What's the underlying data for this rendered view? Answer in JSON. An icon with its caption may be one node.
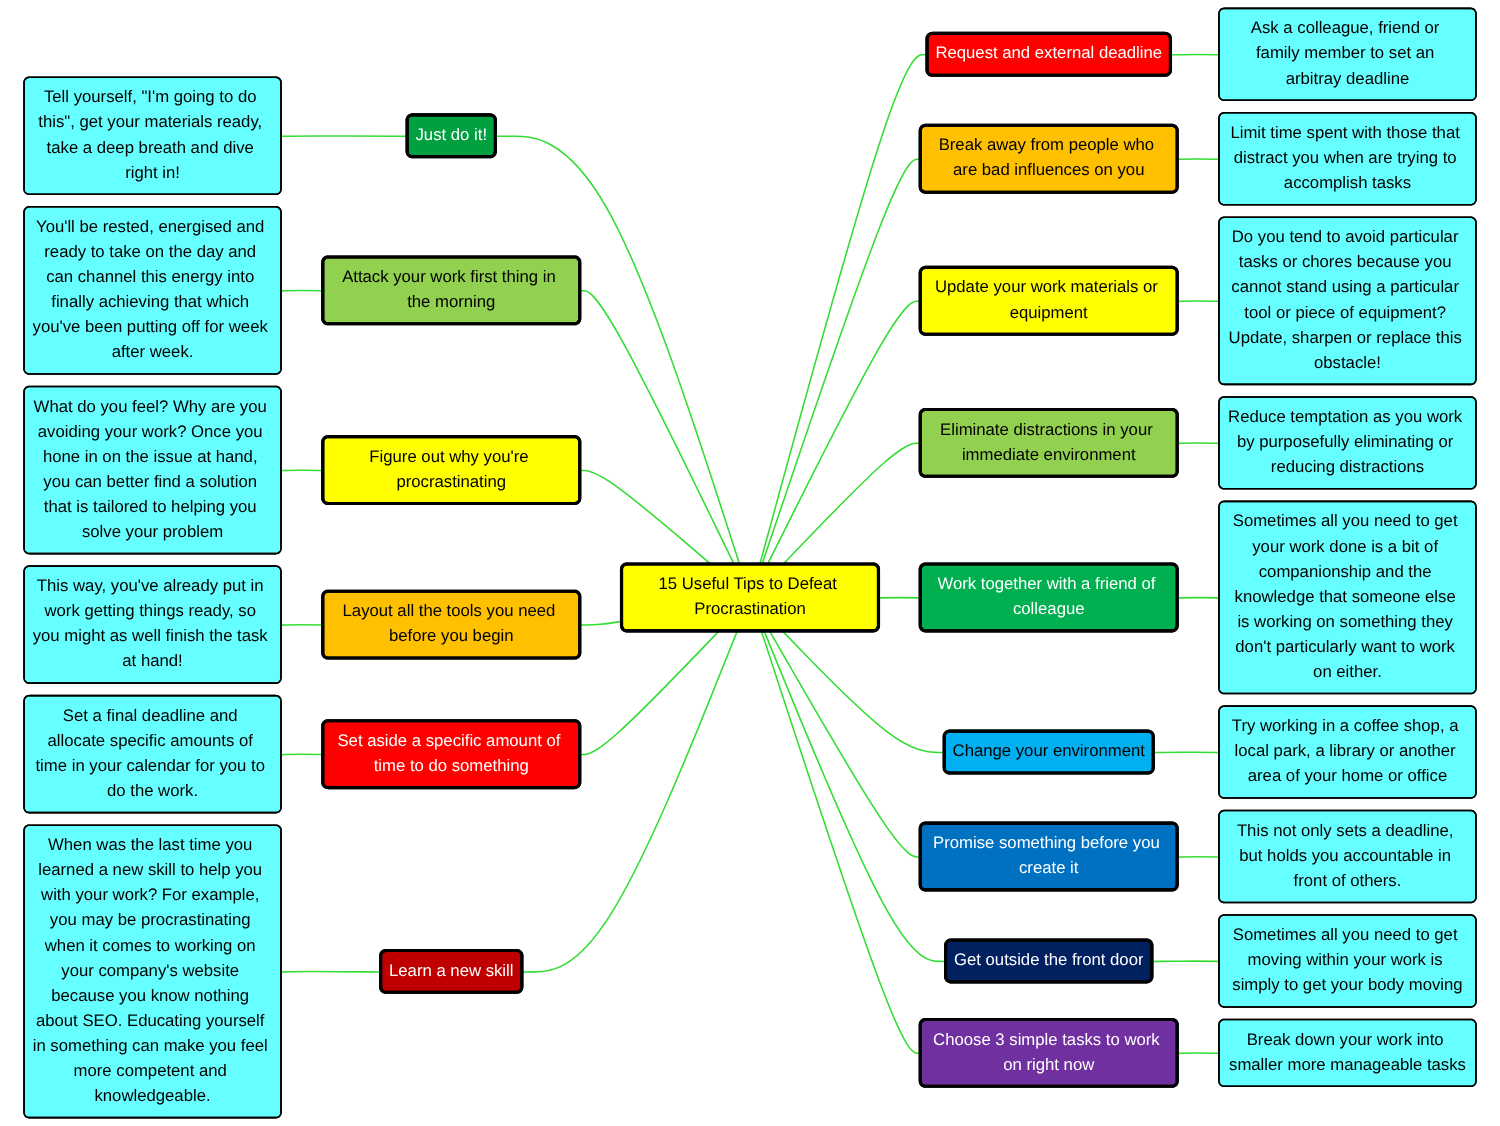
{
  "diagram": {
    "nodes": [
      {
        "text": [
          "15 Useful Tips to Defeat Procrastination"
        ]
      },
      {
        "text": [
          "Request and external deadline"
        ]
      },
      {
        "text": [
          "Ask a colleague, friend or family member to set an arbitray deadline"
        ]
      },
      {
        "text": [
          "Break away from people who are bad influences on you"
        ]
      },
      {
        "text": [
          "Limit time spent with those that distract you when are trying to accomplish tasks"
        ]
      },
      {
        "text": [
          "Update your work materials or equipment"
        ]
      },
      {
        "text": [
          "Do you tend to avoid particular tasks or chores because you cannot stand using a particular tool or piece of equipment? Update, sharpen or replace this obstacle!"
        ]
      },
      {
        "text": [
          "Eliminate distractions in your immediate environment"
        ]
      },
      {
        "text": [
          "Reduce temptation as you work by purposefully eliminating or reducing distractions"
        ]
      },
      {
        "text": [
          "Work together with a friend of colleague"
        ]
      },
      {
        "text": [
          "Sometimes all you need to get your work done is a bit of companionship and the knowledge that someone else is working on something they don't particularly want to work on either."
        ]
      },
      {
        "text": [
          "Change your environment"
        ]
      },
      {
        "text": [
          "Try working in a coffee shop, a local park, a library or another area of your home or office"
        ]
      },
      {
        "text": [
          "Promise something before you create it"
        ]
      },
      {
        "text": [
          "This not only sets a deadline, but holds you accountable in front of others."
        ]
      },
      {
        "text": [
          "Get outside the front door"
        ]
      },
      {
        "text": [
          "Sometimes all you need to get moving within your work is simply to get your body moving"
        ]
      },
      {
        "text": [
          "Choose 3 simple tasks to work on right now"
        ]
      },
      {
        "text": [
          "Break down your work into smaller more manageable tasks"
        ]
      },
      {
        "text": [
          "Just do it!"
        ]
      },
      {
        "text": [
          "Tell yourself, \"I'm going to do this\", get your materials ready, take a deep breath and dive right in!"
        ]
      },
      {
        "text": [
          "Attack your work first thing in the morning"
        ]
      },
      {
        "text": [
          "You'll be rested, energised and ready to take on the day and can channel this energy into finally achieving that which you've been putting off for week after week."
        ]
      },
      {
        "text": [
          "Figure out why you're procrastinating"
        ]
      },
      {
        "text": [
          "What do you feel? Why are you avoiding your work? Once you hone in on the issue at hand, you can better find a solution that is tailored to helping you solve your problem"
        ]
      },
      {
        "text": [
          "Layout all the tools you need before you begin"
        ]
      },
      {
        "text": [
          "This way, you've already put in work getting things ready, so you might as well finish the task at hand!"
        ]
      },
      {
        "text": [
          "Set aside a specific amount of time to do something"
        ]
      },
      {
        "text": [
          "Set a final deadline and allocate specific amounts of time in your calendar for you to do the work."
        ]
      },
      {
        "text": [
          "Learn a new skill"
        ]
      },
      {
        "text": [
          "When was the last time you learned a new skill to help you with your work? For example, you may be procrastinating when it comes to working on your company's website because you know nothing about SEO. Educating yourself in something can make you feel more competent and knowledgeable."
        ]
      }
    ],
    "edges": [
      {
        "from": 0,
        "to": 1,
        "arrow": "none"
      },
      {
        "from": 1,
        "to": 2,
        "arrow": "none"
      },
      {
        "from": 0,
        "to": 3,
        "arrow": "none"
      },
      {
        "from": 3,
        "to": 4,
        "arrow": "none"
      },
      {
        "from": 0,
        "to": 5,
        "arrow": "none"
      },
      {
        "from": 5,
        "to": 6,
        "arrow": "none"
      },
      {
        "from": 0,
        "to": 7,
        "arrow": "none"
      },
      {
        "from": 7,
        "to": 8,
        "arrow": "none"
      },
      {
        "from": 0,
        "to": 9,
        "arrow": "none"
      },
      {
        "from": 9,
        "to": 10,
        "arrow": "none"
      },
      {
        "from": 0,
        "to": 11,
        "arrow": "none"
      },
      {
        "from": 11,
        "to": 12,
        "arrow": "none"
      },
      {
        "from": 0,
        "to": 13,
        "arrow": "none"
      },
      {
        "from": 13,
        "to": 14,
        "arrow": "none"
      },
      {
        "from": 0,
        "to": 15,
        "arrow": "none"
      },
      {
        "from": 15,
        "to": 16,
        "arrow": "none"
      },
      {
        "from": 0,
        "to": 17,
        "arrow": "none"
      },
      {
        "from": 17,
        "to": 18,
        "arrow": "none"
      },
      {
        "from": 0,
        "to": 19,
        "arrow": "none"
      },
      {
        "from": 19,
        "to": 20,
        "arrow": "none"
      },
      {
        "from": 0,
        "to": 21,
        "arrow": "none"
      },
      {
        "from": 21,
        "to": 22,
        "arrow": "none"
      },
      {
        "from": 0,
        "to": 23,
        "arrow": "none"
      },
      {
        "from": 23,
        "to": 24,
        "arrow": "none"
      },
      {
        "from": 0,
        "to": 25,
        "arrow": "none"
      },
      {
        "from": 25,
        "to": 26,
        "arrow": "none"
      },
      {
        "from": 0,
        "to": 27,
        "arrow": "none"
      },
      {
        "from": 27,
        "to": 28,
        "arrow": "none"
      },
      {
        "from": 0,
        "to": 29,
        "arrow": "none"
      },
      {
        "from": 29,
        "to": 30,
        "arrow": "none"
      }
    ]
  }
}
